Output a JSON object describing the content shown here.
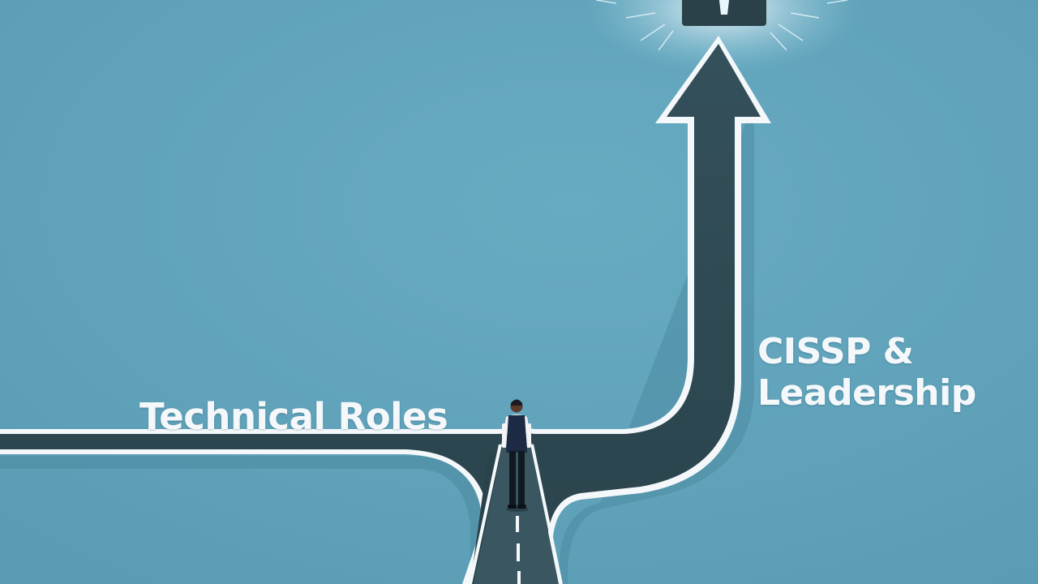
{
  "scene": {
    "background_color": "#5fa3bb",
    "road_color": "#2f4b54",
    "edge_color": "#f4f8fa",
    "labels": {
      "left_path": "Technical Roles",
      "right_path_line1": "CISSP &",
      "right_path_line2": "Leadership"
    },
    "icons": [
      "up-arrow-road-icon",
      "person-figure-icon",
      "lock-icon"
    ]
  }
}
